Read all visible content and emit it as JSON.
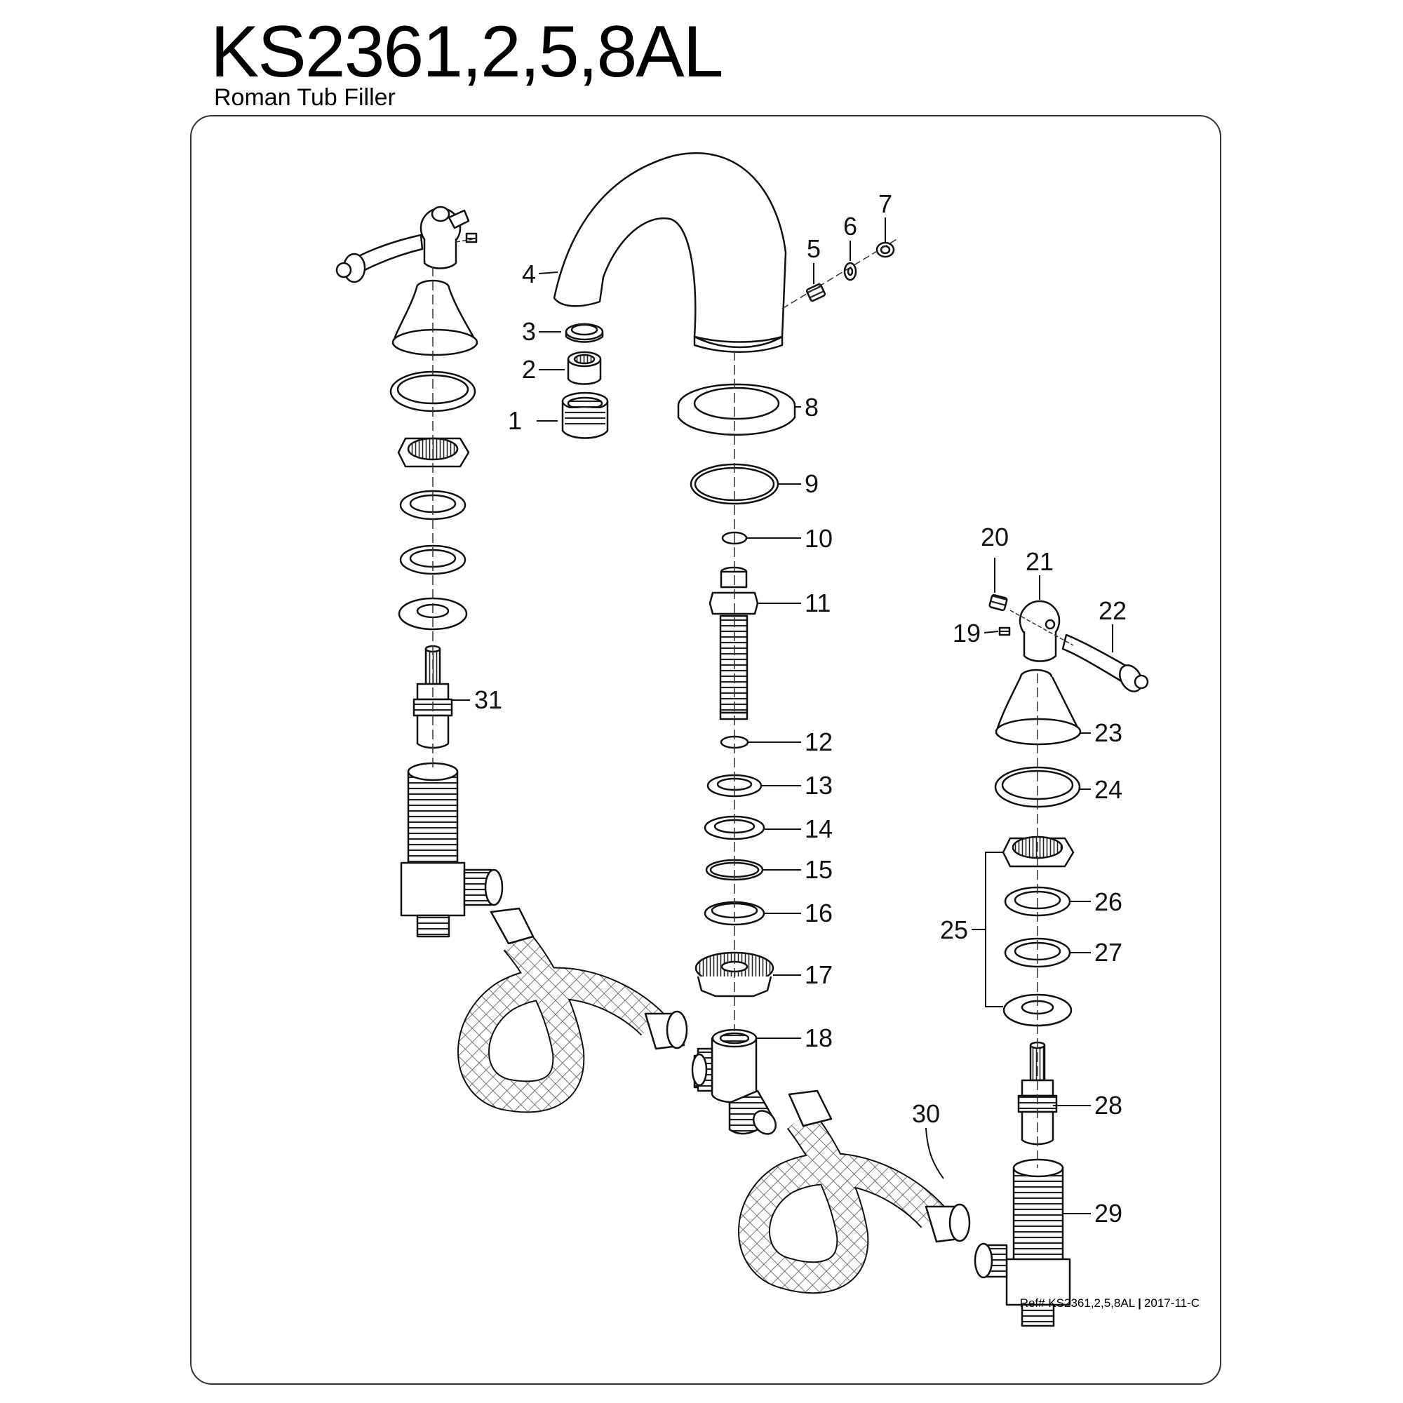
{
  "header": {
    "model": "KS2361,2,5,8AL",
    "product": "Roman Tub Filler"
  },
  "footer": {
    "ref": "Ref# KS2361,2,5,8AL",
    "date": "2017-11-C"
  },
  "callouts": [
    "1",
    "2",
    "3",
    "4",
    "5",
    "6",
    "7",
    "8",
    "9",
    "10",
    "11",
    "12",
    "13",
    "14",
    "15",
    "16",
    "17",
    "18",
    "19",
    "20",
    "21",
    "22",
    "23",
    "24",
    "25",
    "26",
    "27",
    "28",
    "29",
    "30",
    "31"
  ]
}
